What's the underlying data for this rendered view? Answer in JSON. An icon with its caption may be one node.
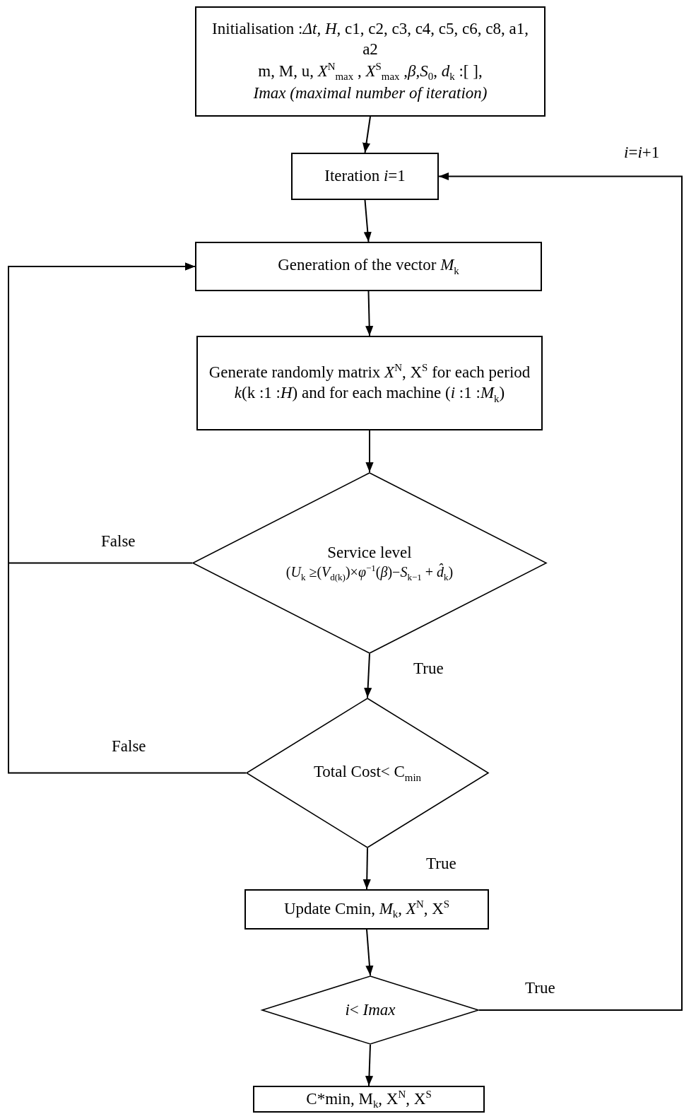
{
  "diagram": {
    "nodes": [
      {
        "text": [
          "Initialisation :*Δt*, *H*, c1, c2, c3, c4, c5, c6, c8, a1, a2",
          "m, M, u, *X*$^{N}$$_{max}$ , *X*$^{S}$$_{max}$ ,*β*,*S*$_{0}$, *d*$_{k}$ :[ ],",
          "Imax (maximal number of iteration)"
        ]
      },
      {
        "text": [
          "Iteration  *i*=1"
        ]
      },
      {
        "text": [
          "Generation of the vector *M*$_{k}$"
        ]
      },
      {
        "text": [
          "Generate randomly matrix *X*$^{N}$, X$^{S}$ for each period *k*(k :1 :*H*) and for each machine (*i* :1 :*M*$_{k}$)"
        ]
      },
      {
        "text": [
          "Service level",
          "(*U*$_{k}$ ≥(*V*$_{d(k)}$)×*φ*$^{−1}$(*β*)−*S*$_{k−1}$ + *d̂*$_{k}$)"
        ]
      },
      {
        "text": [
          "Total Cost< C$_{min}$"
        ]
      },
      {
        "text": [
          "Update Cmin, *M*$_{k}$, *X*$^{N}$, X$^{S}$"
        ]
      },
      {
        "text": [
          "*i*< *Imax*"
        ]
      },
      {
        "text": [
          "C*min, M$_{k}$, X$^{N}$, X$^{S}$"
        ]
      }
    ],
    "edges": [
      {
        "from": 0,
        "to": 1,
        "arrow": "to"
      },
      {
        "from": 1,
        "to": 2,
        "arrow": "to"
      },
      {
        "from": 2,
        "to": 3,
        "arrow": "to"
      },
      {
        "from": 3,
        "to": 4,
        "arrow": "to"
      },
      {
        "from": 4,
        "to": 5,
        "arrow": "to",
        "label": "True"
      },
      {
        "from": 4,
        "to": 2,
        "arrow": "to",
        "label": "False"
      },
      {
        "from": 5,
        "to": 2,
        "arrow": "to",
        "label": "False"
      },
      {
        "from": 5,
        "to": 6,
        "arrow": "to",
        "label": "True"
      },
      {
        "from": 6,
        "to": 7,
        "arrow": "to"
      },
      {
        "from": 7,
        "to": 1,
        "arrow": "to",
        "label": "True"
      },
      {
        "from": 7,
        "to": 8,
        "arrow": "to"
      }
    ],
    "labels": [
      "*i*=*i*+1"
    ]
  }
}
